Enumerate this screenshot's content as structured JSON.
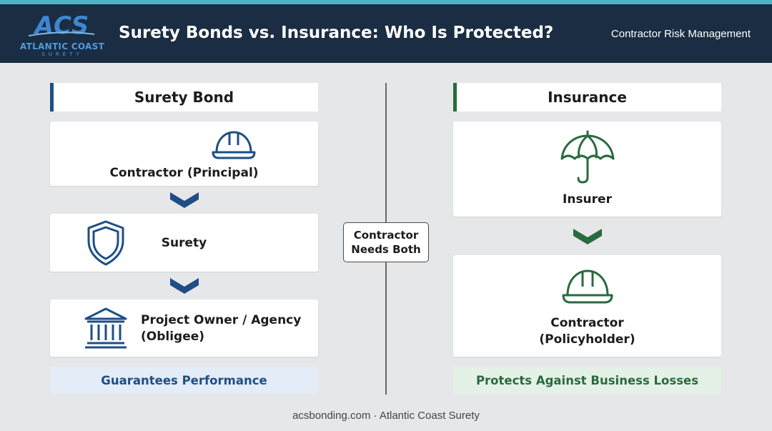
{
  "header": {
    "logo_mark": "ACS",
    "logo_line1": "ATLANTIC COAST",
    "logo_line2": "SURETY",
    "title": "Surety Bonds vs. Insurance: Who Is Protected?",
    "subtitle": "Contractor Risk Management"
  },
  "left": {
    "heading": "Surety Bond",
    "items": [
      {
        "label": "Contractor (Principal)",
        "icon": "hard-hat-icon"
      },
      {
        "label": "Surety",
        "icon": "shield-icon"
      },
      {
        "label_line1": "Project Owner / Agency",
        "label_line2": "(Obligee)",
        "icon": "government-building-icon"
      }
    ],
    "footer": "Guarantees Performance",
    "accent": "#1f4e85"
  },
  "center": {
    "line1": "Contractor",
    "line2": "Needs Both"
  },
  "right": {
    "heading": "Insurance",
    "items": [
      {
        "label": "Insurer",
        "icon": "umbrella-icon"
      },
      {
        "label_line1": "Contractor",
        "label_line2": "(Policyholder)",
        "icon": "hard-hat-icon"
      }
    ],
    "footer": "Protects Against Business Losses",
    "accent": "#2a6a3e"
  },
  "footer": {
    "text": "acsbonding.com · Atlantic Coast Surety"
  },
  "colors": {
    "header_bg": "#1a2d42",
    "top_stripe": "#4db3c4",
    "page_bg": "#e6e7e9",
    "left_pill_bg": "#e3ecf7",
    "right_pill_bg": "#e4f1e6"
  }
}
